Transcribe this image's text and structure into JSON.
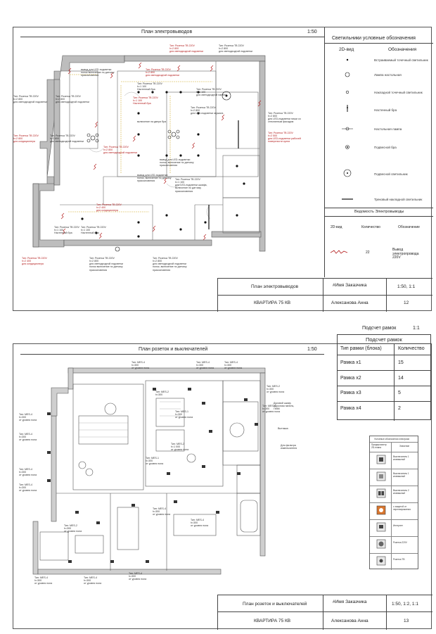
{
  "sheet1": {
    "plan_title": "План электровыводов",
    "scale": "1:50",
    "legend": {
      "title": "Светильники условные обозначения",
      "col_left": "2D-вид",
      "col_right": "Обозначения",
      "items": [
        {
          "icon": "recessed-spot-icon",
          "label": "Встраиваемый точечный светильник"
        },
        {
          "icon": "table-lamp-icon",
          "label": "Лампа настольная"
        },
        {
          "icon": "surface-spot-icon",
          "label": "Накладной точечный светильник"
        },
        {
          "icon": "wall-sconce-icon",
          "label": "Настенный бра"
        },
        {
          "icon": "desk-lamp-icon",
          "label": "Настольная лампа"
        },
        {
          "icon": "pendant-sconce-icon",
          "label": "Подвесной бра"
        },
        {
          "icon": "pendant-light-icon",
          "label": "Подвесной светильник"
        },
        {
          "icon": "track-light-icon",
          "label": "Трековый накладной светильник"
        }
      ],
      "statement_title": "Ведомость Электровыводы",
      "statement_cols": [
        "2D-вид",
        "Количество",
        "Обозначение"
      ],
      "statement_rows": [
        {
          "icon": "electric-outlet-wire-icon",
          "count": "22",
          "label": "Вывод электропровода 220V"
        }
      ]
    },
    "stamp": {
      "name": "План электровыводов",
      "client": "#Имя Заказчика",
      "scale": "1:50, 1:1",
      "project": "КВАРТИРА 75 КВ",
      "author": "Алексанова Анна",
      "page": "12"
    },
    "tags": [
      {
        "text": "Тип: Розетка ТВ 220V\nh=2 800\nдля светодиодной подсветки"
      },
      {
        "text": "Тип: Розетка ТВ 220V\nh=2 800\nдля светодиодной подсветки"
      },
      {
        "text": "вывод для LED-подсветки\nполок включение по датчику\nприкосновения"
      },
      {
        "text": "Тип: Розетка ТВ 220V\nh=2 800\nдля светодиодной подсветки"
      },
      {
        "text": "Тип: Розетка ТВ 220V\nh=2 800\nдля светодиодной подсветки"
      },
      {
        "text": "Тип: Розетка ТВ 220V\nh=1 100\nНастенный бра"
      },
      {
        "text": "Тип: Розетка ТВ 220V\nh=1 100\nНастенный бра"
      },
      {
        "text": "Тип: Розетка ТВ 220V\nh=2 800\nдля светодиодной подсветки"
      },
      {
        "text": "Тип: Розетка ТВ 220V\nh=1 100\nдля светодиодной панели"
      },
      {
        "text": "включение на двери бра"
      },
      {
        "text": "Тип: Розетка ТВ 220V\nh=2 800\nдля LED-подсветки зеркала"
      },
      {
        "text": "Тип: Розетка ТВ 220V\nh=2 800\nдля LED-подсветки ниши со\nстеклянным фасадом"
      },
      {
        "text": "Тип: Розетка ТВ 220V\nh=2 500\nдля LED-подсветки рабочей\nповерхности кухни"
      },
      {
        "text": "Тип: Розетка ТВ 220V\nh=2 800\nдля светодиодной подсветки"
      },
      {
        "text": "вывод для LED-подсветки\nполок, включение по датчику\nприкосновения"
      },
      {
        "text": "Тип: Розетка ТВ 220V\nh=2 800\nдля светодиодной подсветки"
      },
      {
        "text": "Тип: Розетка ТВ 220V\nh=1 100\nНастенный бра"
      },
      {
        "text": "Тип: Розетка ТВ 220V\nh=1 100\nНастенный бра"
      },
      {
        "text": "Тип: Розетка ТВ 220V\nh=2 400\nдля кондиционера"
      },
      {
        "text": "Тип: Розетка ТВ 220V\nh=1 100\nдля LED-подсветки шкафа,\nвключение по датчику\nприкосновения"
      },
      {
        "text": "вывод для LED-подсветки\nполок, включение по датчику\nприкосновения"
      },
      {
        "text": "Тип: Розетка ТВ 220V\nh=2 400\nдля кондиционера"
      },
      {
        "text": "Тип: Розетка ТВ 220V\nh=2 800\nдля светодиодной подсветки\nполок включение по датчику\nприкосновения"
      },
      {
        "text": "Тип: Розетка ТВ 220V\nh=2 800\nдля светодиодной подсветки\nполок, включение по датчику\nприкосновения"
      },
      {
        "text": "Тип: Розетка ТВ 220V\nh=2 800\nдля кондиционера"
      }
    ]
  },
  "sheet2": {
    "plan_title": "План розеток и выключателей",
    "scale": "1:50",
    "frame_table": {
      "caption": "Подсчет рамок",
      "caption_scale": "1:1",
      "title": "Подсчет рамок",
      "cols": [
        "Тип рамки (блока)",
        "Количество"
      ],
      "rows": [
        {
          "type": "Рамка х1",
          "count": "15"
        },
        {
          "type": "Рамка х2",
          "count": "14"
        },
        {
          "type": "Рамка х3",
          "count": "5"
        },
        {
          "type": "Рамка х4",
          "count": "2"
        }
      ]
    },
    "mini_legend": {
      "title": "Условные обозначения электрики",
      "col_left": "Предпросмотр 2D-плана",
      "col_right": "Значение",
      "items": [
        {
          "label": "Выключатель 1 клавишный"
        },
        {
          "label": "Выключатель 1 клавишный"
        },
        {
          "label": "Выключатель 2 клавишный"
        },
        {
          "label": "с защитой от перенапряжения"
        },
        {
          "label": "Интернет"
        },
        {
          "label": "Розетка 220V"
        },
        {
          "label": "Розетка ТВ"
        }
      ]
    },
    "stamp": {
      "name": "План розеток и выключателей",
      "client": "#Имя Заказчика",
      "scale": "1:50, 1:2, 1:1",
      "project": "КВАРТИРА 75 КВ",
      "author": "Алексанова Анна",
      "page": "13"
    },
    "tags": [
      {
        "text": "Тип: MES-4\nh=300\nот уровня пола"
      },
      {
        "text": "Тип: MES-4\nh=300\nот уровня пола"
      },
      {
        "text": "Тип: MES-4\nh=300\nот уровня пола"
      },
      {
        "text": "Тип: MES-2\nh=300"
      },
      {
        "text": "Тип: MES-1\nh=300\nот уровня пола"
      },
      {
        "text": "Тип: MES-2\nh=300\nот уровня пола"
      },
      {
        "text": "Тип: MES-4\nh=300\nот уровня пола"
      },
      {
        "text": "Духовой шкаф,\nварочная панель,\nПММ"
      },
      {
        "text": "Вытяжка"
      },
      {
        "text": "Для фильтра\nизмельчителя"
      },
      {
        "text": "Тип: MES-4\nh=300\nот уровня пола"
      },
      {
        "text": "Тип: MES-4\nh=300\nот уровня пола"
      },
      {
        "text": "Тип: MES-2\nh=1 000\nот уровня пола"
      },
      {
        "text": "Тип: MES-4\nh=300\nот уровня пола"
      },
      {
        "text": "Тип: MES-1\nh=300\nот уровня пола"
      },
      {
        "text": "Тип: MES-4\nh=300\nот уровня пола"
      },
      {
        "text": "Тип: MES-4\nh=300\nот уровня пола"
      },
      {
        "text": "Тип: MES-2\nh=300\nот уровня пола"
      },
      {
        "text": "Тип: MES-4\nh=300\nот уровня пола"
      },
      {
        "text": "Тип: MES-4\nh=300\nот уровня пола"
      },
      {
        "text": "Тип: MES-4\nh=300\nот уровня пола"
      },
      {
        "text": "Тип: MES-4\nh=300\nот уровня пола"
      }
    ]
  }
}
